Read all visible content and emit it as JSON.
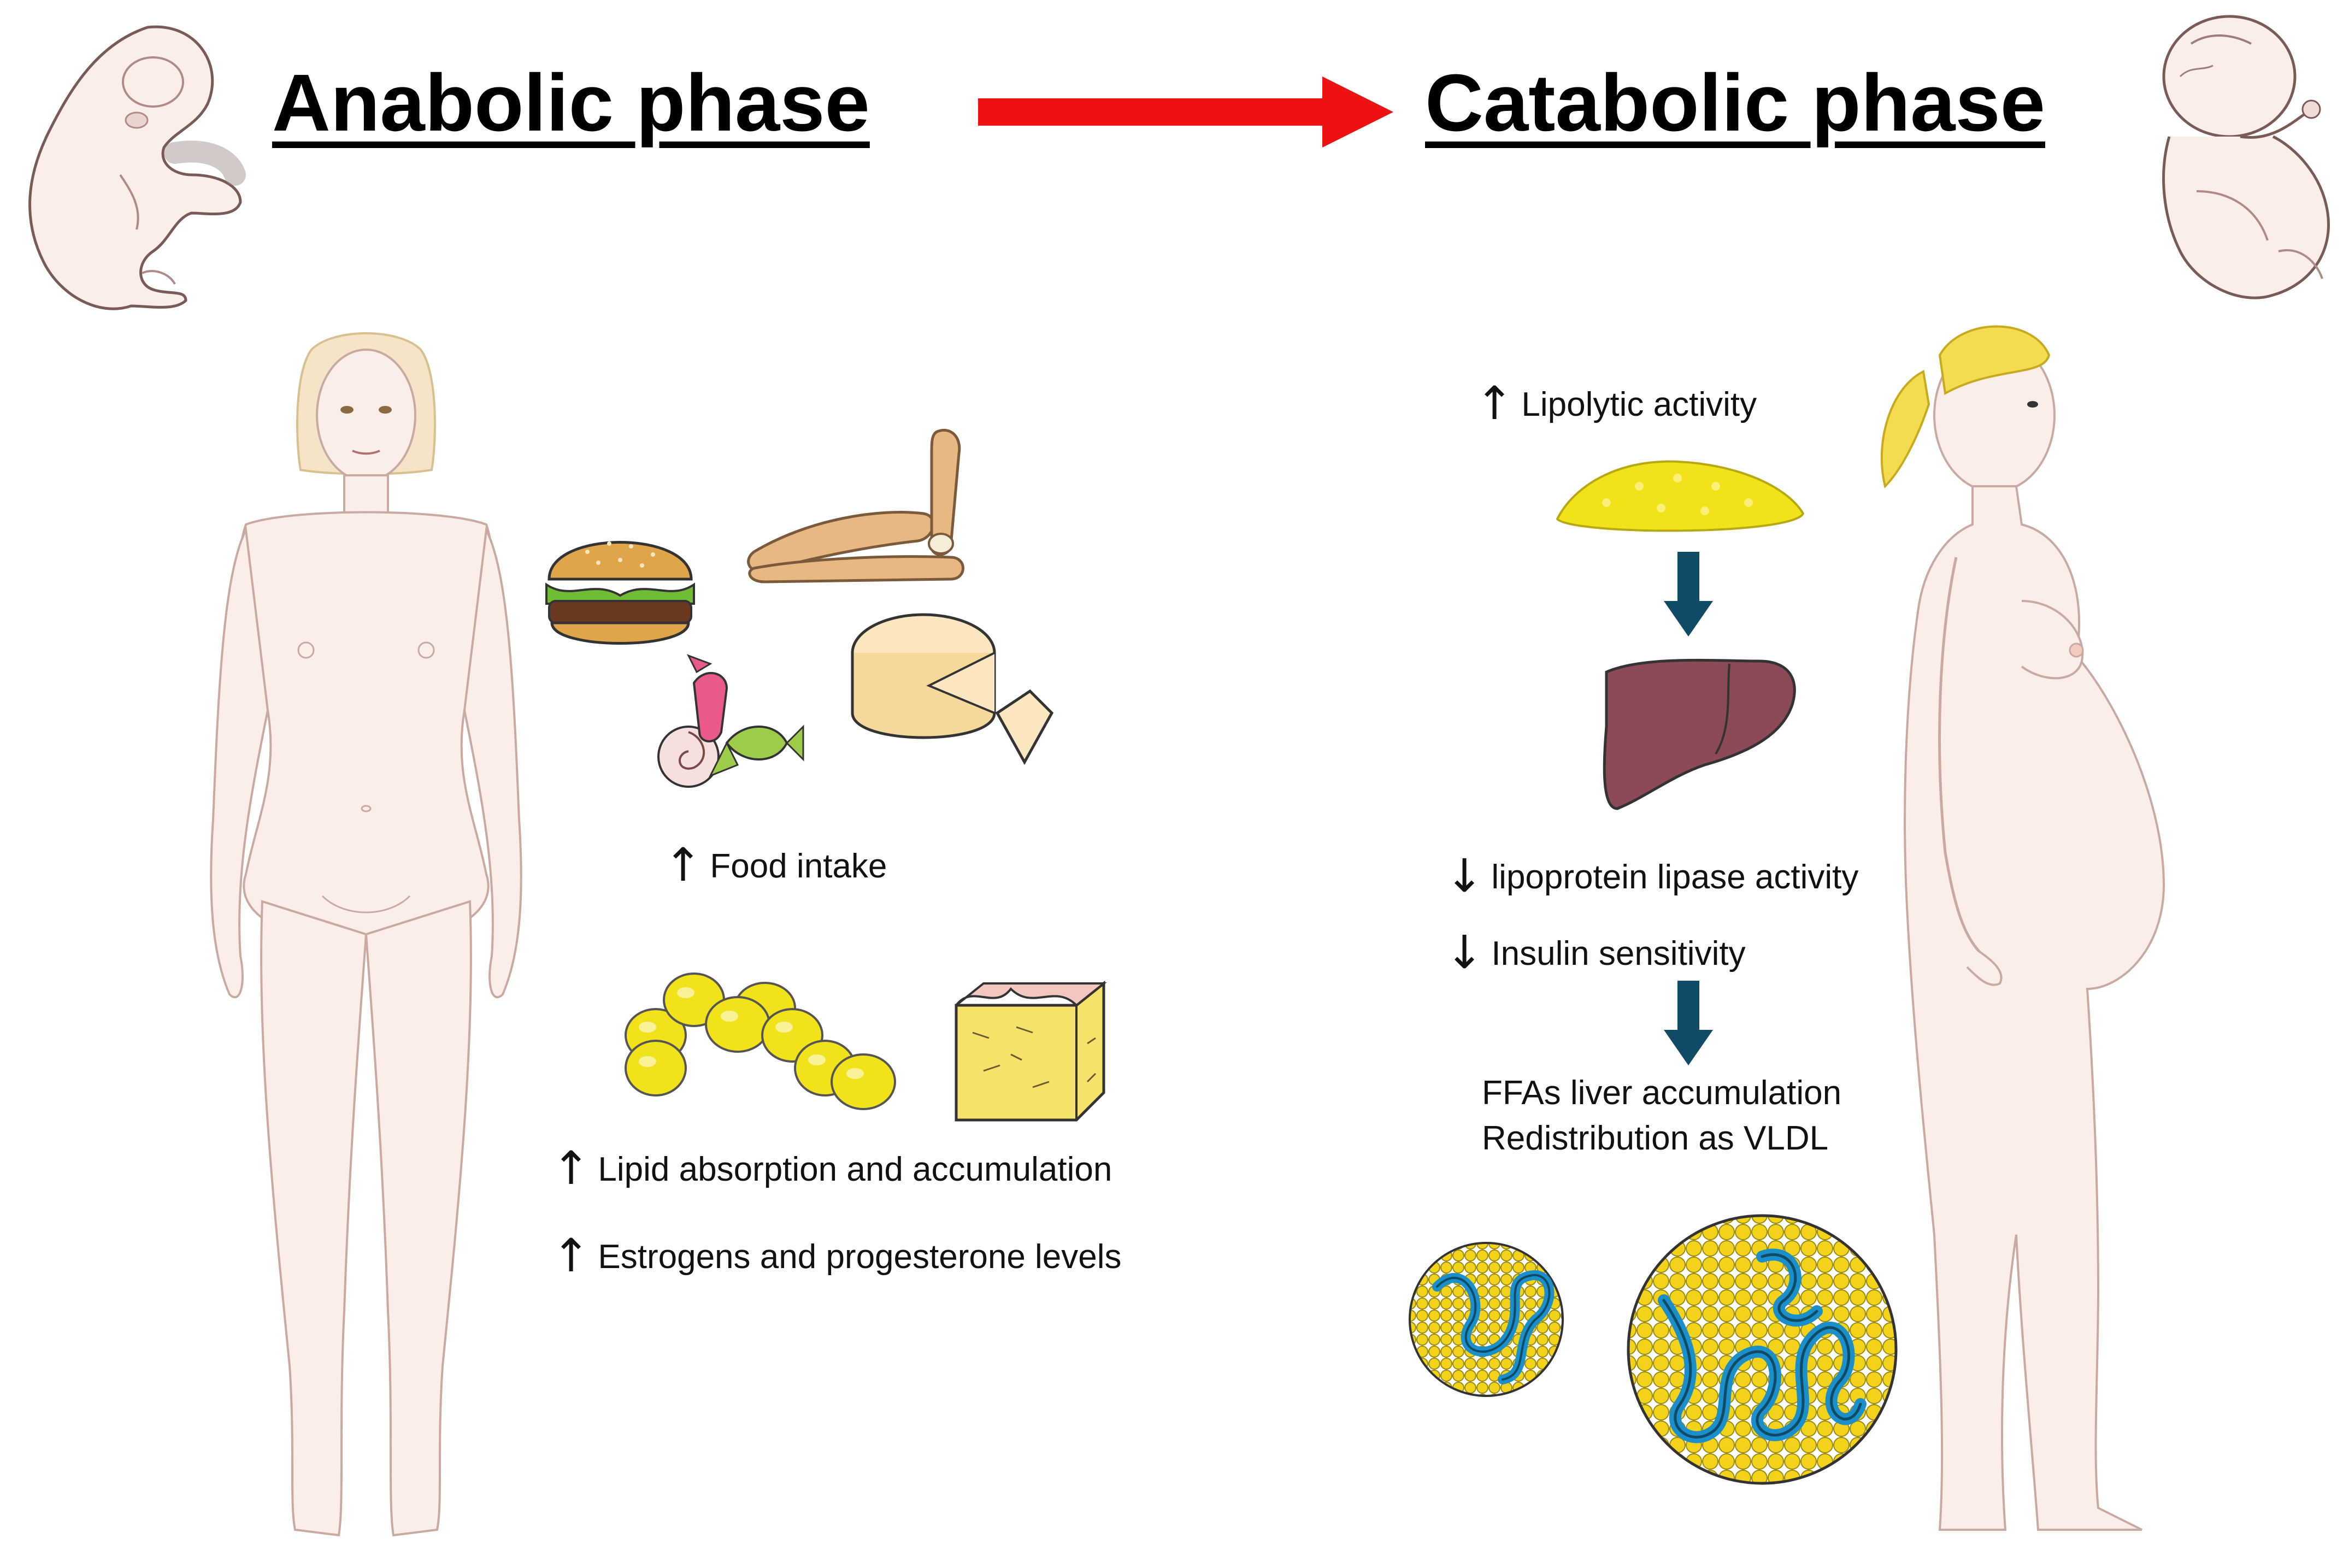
{
  "titles": {
    "anabolic": "Anabolic phase",
    "catabolic": "Catabolic phase"
  },
  "anabolic": {
    "food_intake": "Food intake",
    "lipid_absorption": "Lipid absorption and accumulation",
    "hormones": "Estrogens and progesterone levels"
  },
  "catabolic": {
    "lipolytic": "Lipolytic activity",
    "lpl": "lipoprotein lipase activity",
    "insulin": "Insulin sensitivity",
    "ffa_line1": "FFAs liver accumulation",
    "ffa_line2": "Redistribution as VLDL"
  },
  "symbols": {
    "increase": "↑",
    "decrease": "↓"
  },
  "colors": {
    "phase_arrow": "#ee1111",
    "flow_arrow": "#0f4a66",
    "skin": "#fbeee8",
    "skin_outline": "#c9a9a0",
    "fat_yellow": "#f2e21a",
    "liver": "#8b4a55",
    "protein_blue": "#1a8fc9"
  },
  "icons": [
    "embryo-icon",
    "fetus-icon",
    "woman-figure",
    "pregnant-woman-figure",
    "burger-icon",
    "baguette-icon",
    "candy-icon",
    "cheese-icon",
    "lipid-droplets-icon",
    "adipose-tissue-icon",
    "fat-pile-icon",
    "liver-icon",
    "lipoprotein-small-icon",
    "lipoprotein-large-icon"
  ]
}
